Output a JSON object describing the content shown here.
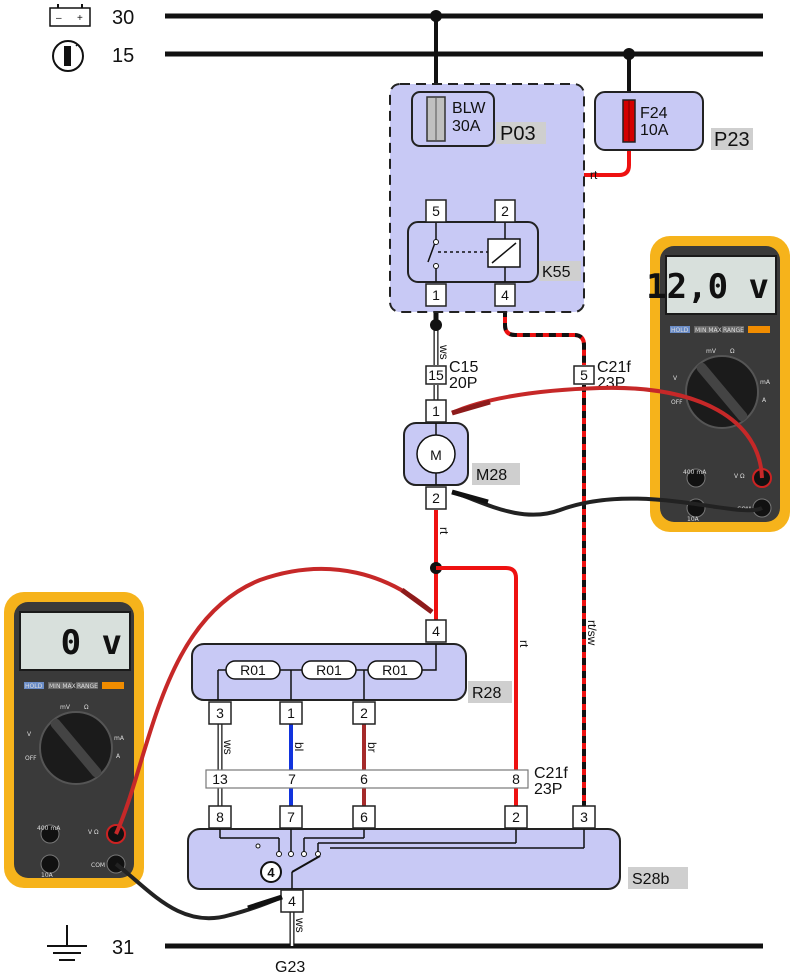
{
  "rails": {
    "terminal_30": "30",
    "terminal_15": "15",
    "terminal_31": "31",
    "ground_point": "G23"
  },
  "components": {
    "relay_box": "P03",
    "fuse_blw": {
      "name": "BLW",
      "rating": "30A"
    },
    "fuse_f24": {
      "name": "F24",
      "rating": "10A"
    },
    "fuse_holder": "P23",
    "relay": "K55",
    "motor": "M28",
    "motor_symbol": "M",
    "resistor_pack": "R28",
    "resistor": "R01",
    "switch": "S28b",
    "switch_position": "4"
  },
  "connectors": {
    "c15": {
      "name": "C15",
      "size": "20P",
      "pin": "15"
    },
    "c21f_top": {
      "name": "C21f",
      "size": "23P",
      "pin": "5"
    },
    "c21f_bottom": {
      "name": "C21f",
      "size": "23P",
      "pins": [
        "13",
        "7",
        "6",
        "8"
      ]
    }
  },
  "pins": {
    "relay": [
      "5",
      "2",
      "1",
      "4"
    ],
    "motor": [
      "1",
      "2"
    ],
    "resistor_pack": [
      "4",
      "3",
      "1",
      "2"
    ],
    "switch": [
      "8",
      "7",
      "6",
      "2",
      "3",
      "4"
    ]
  },
  "wire_colors": {
    "ws": "ws",
    "rt": "rt",
    "bl": "bl",
    "br": "br",
    "rt_sw": "rt/sw"
  },
  "meters": {
    "right_reading": "12,0 v",
    "left_reading": "0 v",
    "buttons": [
      "HOLD",
      "MIN MAX",
      "RANGE"
    ],
    "dial_labels": [
      "mV",
      "Ω",
      "V",
      "mA",
      "A",
      "OFF"
    ],
    "jack_labels": [
      "400 mA",
      "10A",
      "COM",
      "V Ω"
    ]
  },
  "colors": {
    "component_fill": "#c8c9f5",
    "wire_red": "#ee1111",
    "wire_blue": "#1133dd",
    "wire_brown": "#a52a2a",
    "meter_yellow": "#f6b31b",
    "meter_body": "#3a3a3a",
    "display": "#d8e0dc"
  },
  "icons": [
    "battery-icon",
    "ignition-key-icon",
    "ground-icon",
    "motor-icon",
    "relay-coil-icon"
  ]
}
